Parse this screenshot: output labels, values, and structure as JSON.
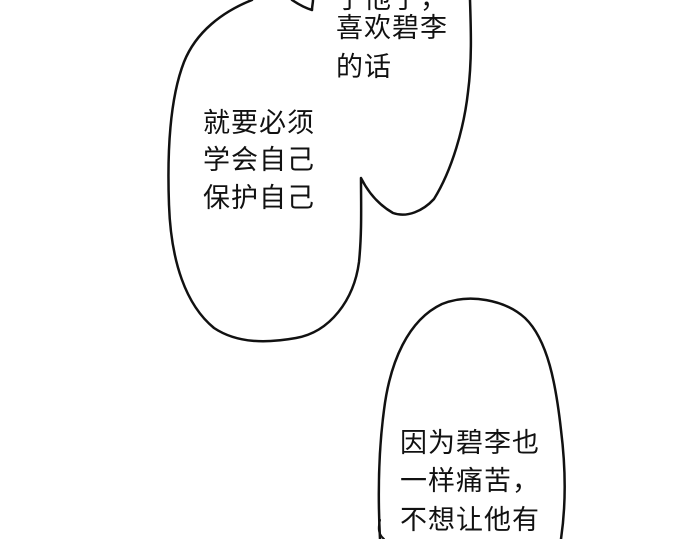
{
  "bubbles": [
    {
      "lines": [
        "子他了，",
        "喜欢碧李",
        "的话"
      ]
    },
    {
      "lines": [
        "就要必须",
        "学会自己",
        "保护自己"
      ]
    },
    {
      "lines": [
        "因为碧李也",
        "一样痛苦，",
        "不想让他有"
      ]
    }
  ]
}
